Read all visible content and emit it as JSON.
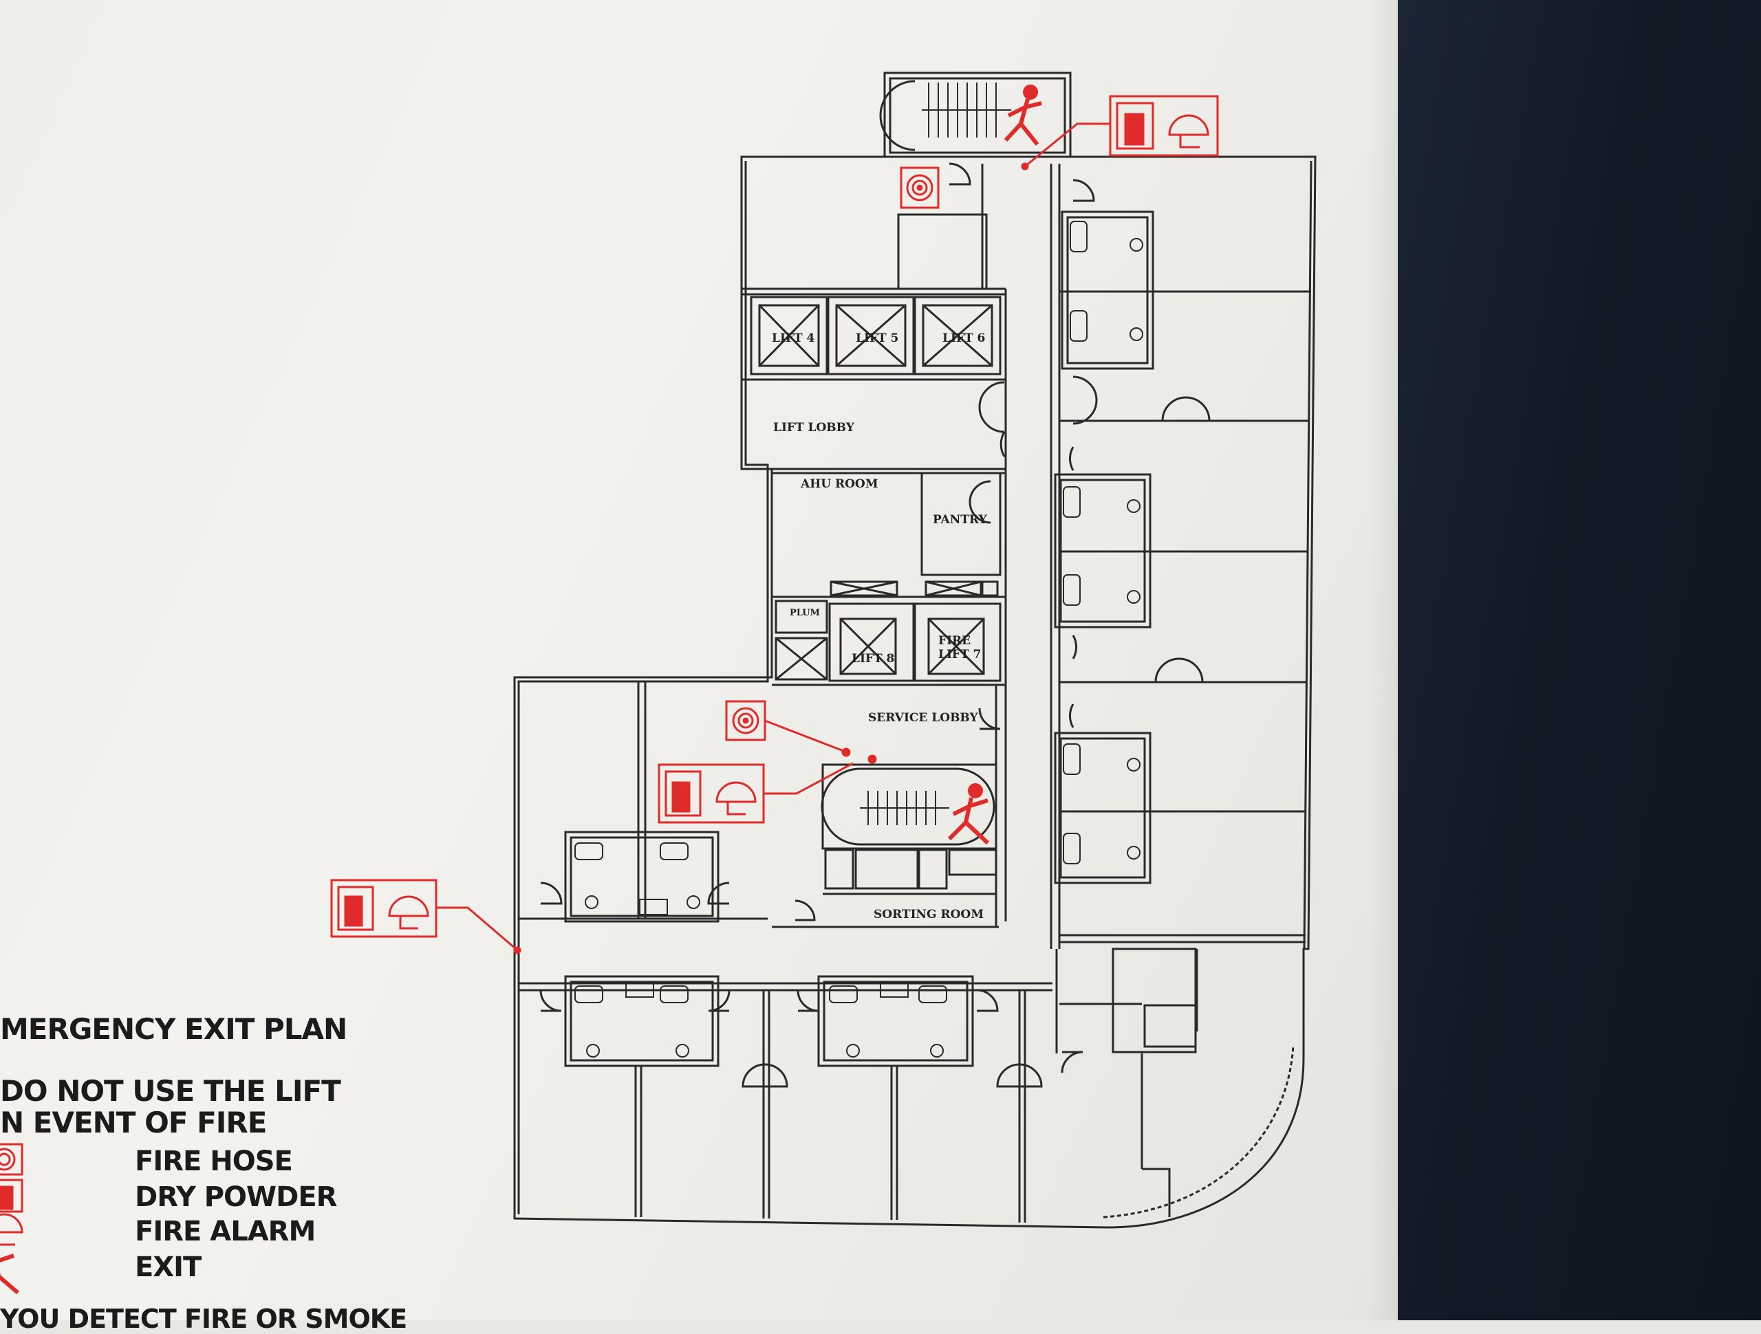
{
  "legend": {
    "title": "MERGENCY EXIT PLAN",
    "warning_line1": "DO NOT USE THE LIFT",
    "warning_line2": "N EVENT OF FIRE",
    "items": [
      {
        "label": "FIRE HOSE",
        "icon": "fire-hose-icon"
      },
      {
        "label": "DRY POWDER",
        "icon": "dry-powder-icon"
      },
      {
        "label": "FIRE ALARM",
        "icon": "fire-alarm-icon"
      },
      {
        "label": "EXIT",
        "icon": "exit-icon"
      }
    ],
    "footer_partial": "YOU DETECT FIRE OR SMOKE"
  },
  "plan_labels": {
    "lift4": "LIFT 4",
    "lift5": "LIFT 5",
    "lift6": "LIFT 6",
    "lift_lobby": "LIFT LOBBY",
    "ahu_room": "AHU ROOM",
    "pantry": "PANTRY",
    "lift8": "LIFT 8",
    "fire_lift7_a": "FIRE",
    "fire_lift7_b": "LIFT 7",
    "service_lobby": "SERVICE LOBBY",
    "sorting_room": "SORTING ROOM",
    "plumbing": "PLUM"
  },
  "colors": {
    "safety_red": "#e02b2b",
    "line_dark": "#2a2a2a",
    "paper": "#efeeea",
    "surface": "#141b28"
  }
}
